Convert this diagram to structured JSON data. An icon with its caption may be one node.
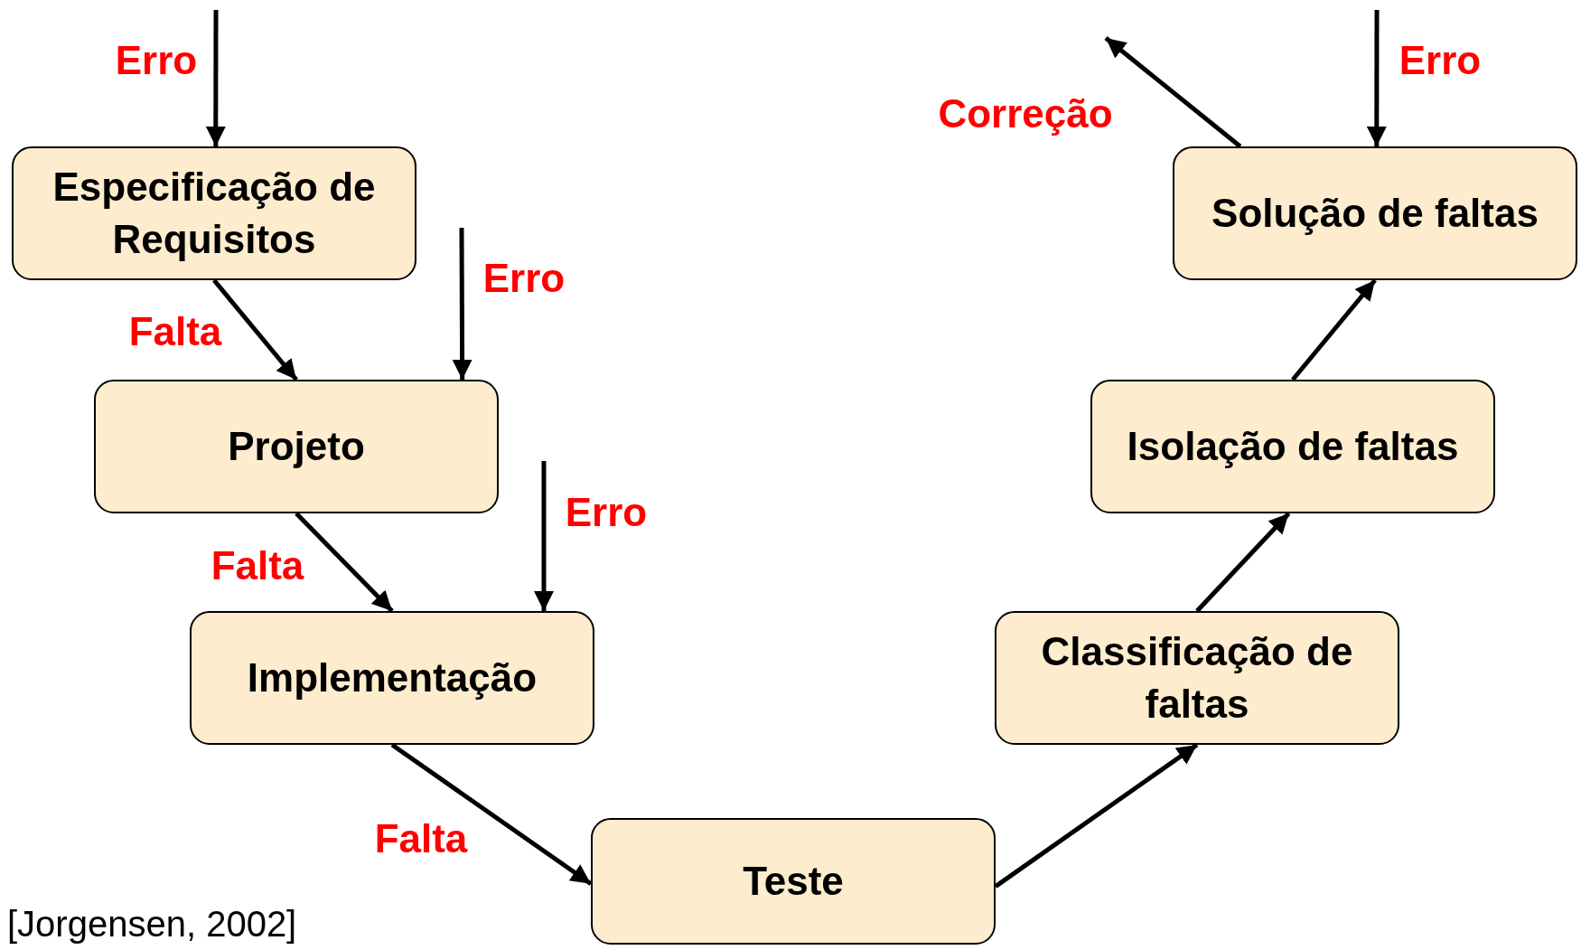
{
  "diagram": {
    "nodes": [
      {
        "text": [
          "Especificação de Requisitos"
        ]
      },
      {
        "text": [
          "Projeto"
        ]
      },
      {
        "text": [
          "Implementação"
        ]
      },
      {
        "text": [
          "Teste"
        ]
      },
      {
        "text": [
          "Classificação de faltas"
        ]
      },
      {
        "text": [
          "Isolação de faltas"
        ]
      },
      {
        "text": [
          "Solução de faltas"
        ]
      }
    ],
    "edges": [
      {
        "from": 0,
        "to": 1,
        "arrow": "to",
        "label": "Falta"
      },
      {
        "from": 1,
        "to": 2,
        "arrow": "to",
        "label": "Falta"
      },
      {
        "from": 2,
        "to": 3,
        "arrow": "to",
        "label": "Falta"
      },
      {
        "from": 3,
        "to": 4,
        "arrow": "to"
      },
      {
        "from": 4,
        "to": 5,
        "arrow": "to"
      },
      {
        "from": 5,
        "to": 6,
        "arrow": "to"
      },
      {
        "from": null,
        "to": 0,
        "arrow": "to",
        "label": "Erro"
      },
      {
        "from": null,
        "to": 1,
        "arrow": "to",
        "label": "Erro"
      },
      {
        "from": null,
        "to": 2,
        "arrow": "to",
        "label": "Erro"
      },
      {
        "from": null,
        "to": 6,
        "arrow": "to",
        "label": "Erro"
      },
      {
        "from": 6,
        "to": null,
        "arrow": "to",
        "label": "Correção"
      }
    ],
    "labels": [
      "[Jorgensen, 2002]"
    ]
  }
}
